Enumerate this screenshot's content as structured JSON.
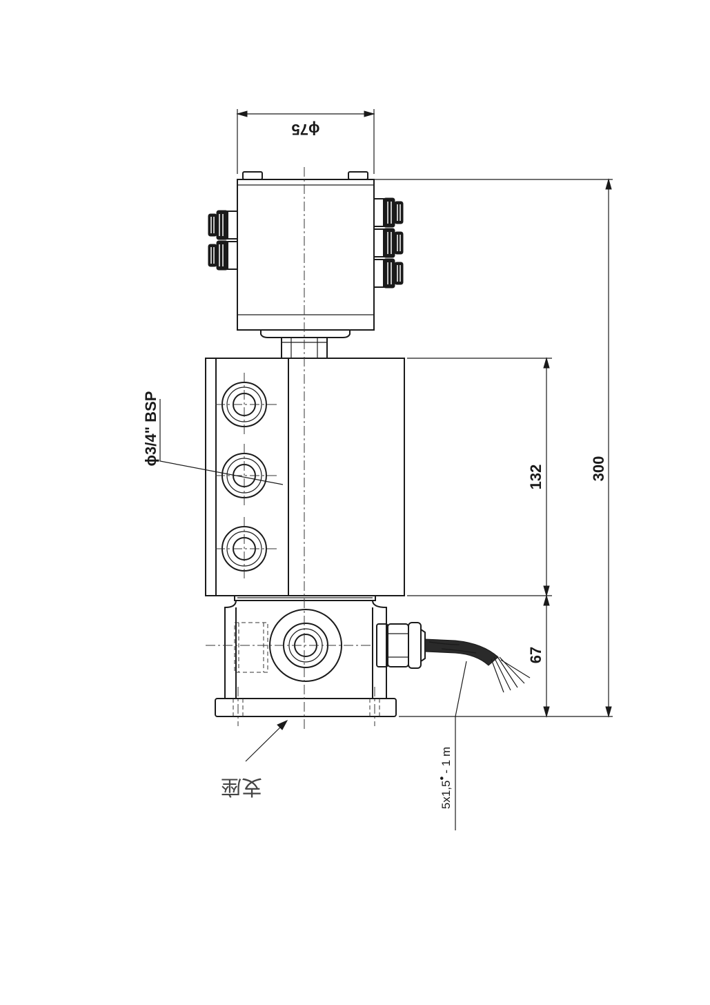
{
  "labels": {
    "diameter": "ϕ75",
    "port_thread": "ϕ3/4\" BSP",
    "height_total": "300",
    "height_body": "132",
    "height_base": "67",
    "cable_spec": "5x1,5",
    "cable_spec_mark": "•",
    "cable_length": "- 1 m",
    "base_caption": "支座"
  }
}
